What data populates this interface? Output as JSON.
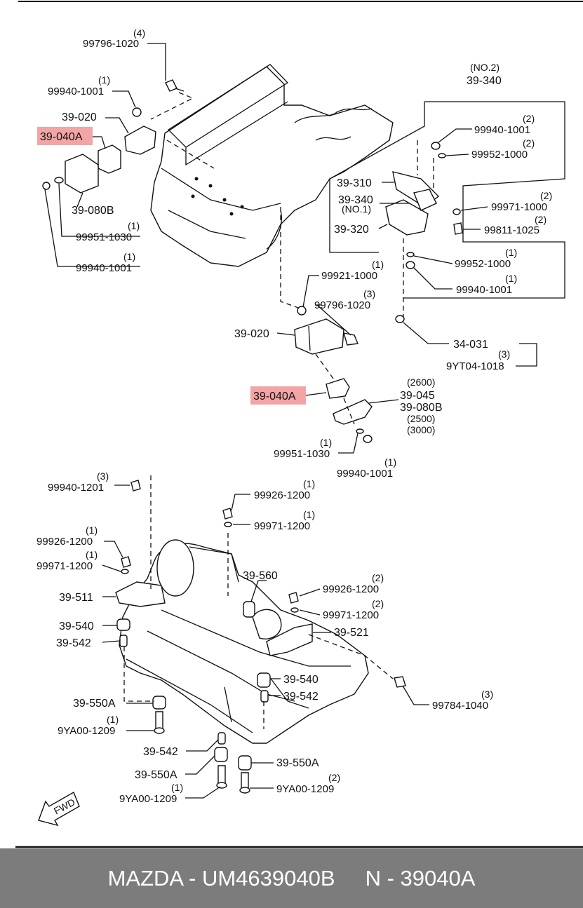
{
  "labels": {
    "q_99796_top": "(4)",
    "p_99796_top": "99796-1020",
    "q_99940_a": "(1)",
    "p_99940_a": "99940-1001",
    "p_39020_top": "39-020",
    "p_39040A_top": "39-040A",
    "p_39080B_top": "39-080B",
    "q_99951_top": "(1)",
    "p_99951_top": "99951-1030",
    "q_99940_b": "(1)",
    "p_99940_b": "99940-1001",
    "no2": "(NO.2)",
    "p_39340_top": "39-340",
    "q_99940_c": "(2)",
    "p_99940_c": "99940-1001",
    "q_99952_a": "(2)",
    "p_99952_a": "99952-1000",
    "p_39310": "39-310",
    "p_39340_no1": "39-340",
    "no1": "(NO.1)",
    "q_99971_1000": "(2)",
    "p_99971_1000": "99971-1000",
    "p_39320": "39-320",
    "q_99811": "(2)",
    "p_99811": "99811-1025",
    "q_99952_b": "(1)",
    "p_99952_b": "99952-1000",
    "q_99940_d": "(1)",
    "p_99940_d": "99940-1001",
    "q_99921": "(1)",
    "p_99921": "99921-1000",
    "q_99796_mid": "(3)",
    "p_99796_mid": "99796-1020",
    "p_39020_mid": "39-020",
    "p_34031": "34-031",
    "q_9yt04": "(3)",
    "p_9yt04": "9YT04-1018",
    "p_39040A_mid": "39-040A",
    "v_2600": "(2600)",
    "p_39045": "39-045",
    "p_39080B_mid": "39-080B",
    "v_2500": "(2500)",
    "v_3000": "(3000)",
    "q_99951_mid": "(1)",
    "p_99951_mid": "99951-1030",
    "q_99940_e": "(1)",
    "p_99940_e": "99940-1001",
    "q_99940_1201": "(3)",
    "p_99940_1201": "99940-1201",
    "q_99926_a": "(1)",
    "p_99926_a": "99926-1200",
    "q_99971_a": "(1)",
    "p_99971_a": "99971-1200",
    "q_99926_b": "(1)",
    "p_99926_b": "99926-1200",
    "q_99971_b": "(1)",
    "p_99971_b": "99971-1200",
    "p_39560": "39-560",
    "p_39511": "39-511",
    "q_99926_c": "(2)",
    "p_99926_c": "99926-1200",
    "q_99971_c": "(2)",
    "p_99971_c": "99971-1200",
    "p_39540_a": "39-540",
    "p_39542_a": "39-542",
    "p_39521": "39-521",
    "p_39540_b": "39-540",
    "p_39542_b": "39-542",
    "p_39550A_a": "39-550A",
    "q_9ya00_a": "(1)",
    "p_9ya00_a": "9YA00-1209",
    "q_99784": "(3)",
    "p_99784": "99784-1040",
    "p_39542_c": "39-542",
    "p_39550A_b": "39-550A",
    "p_39550A_c": "39-550A",
    "q_9ya00_b": "(1)",
    "p_9ya00_b": "9YA00-1209",
    "q_9ya00_c": "(2)",
    "p_9ya00_c": "9YA00-1209",
    "fwd": "FWD"
  },
  "footer": {
    "brand": "MAZDA",
    "separator": " - ",
    "part_number": "UM4639040B",
    "gap": "     ",
    "catalog_prefix": "N - ",
    "catalog_number": "39040A"
  },
  "colors": {
    "highlight": "#f3a5a5",
    "footer_bg": "#7c7c7c",
    "footer_text": "#ffffff"
  }
}
